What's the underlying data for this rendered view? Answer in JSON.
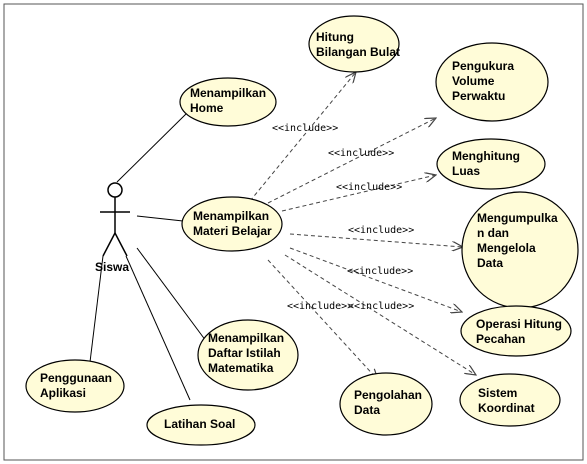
{
  "actor": {
    "name": "Siswa"
  },
  "use_cases": {
    "home": "Menampilkan\nHome",
    "materi": "Menampilkan\nMateri Belajar",
    "daftar_istilah": "Menampilkan\nDaftar Istilah\nMatematika",
    "penggunaan": "Penggunaan\nAplikasi",
    "latihan": "Latihan Soal",
    "hitung_bilangan": "Hitung\nBilangan Bulat",
    "pengukuran": "Pengukura\nVolume\nPerwaktu",
    "menghitung_luas": "Menghitung\nLuas",
    "mengumpulkan": "Mengumpulka\nn dan\nMengelola\nData",
    "operasi_pecahan": "Operasi Hitung\nPecahan",
    "sistem_koordinat": "Sistem\nKoordinat",
    "pengolahan": "Pengolahan\nData"
  },
  "include_label": "<<include>>",
  "colors": {
    "usecase_fill": "#fffcd8",
    "stroke": "#000000",
    "dashed": "#444444"
  }
}
